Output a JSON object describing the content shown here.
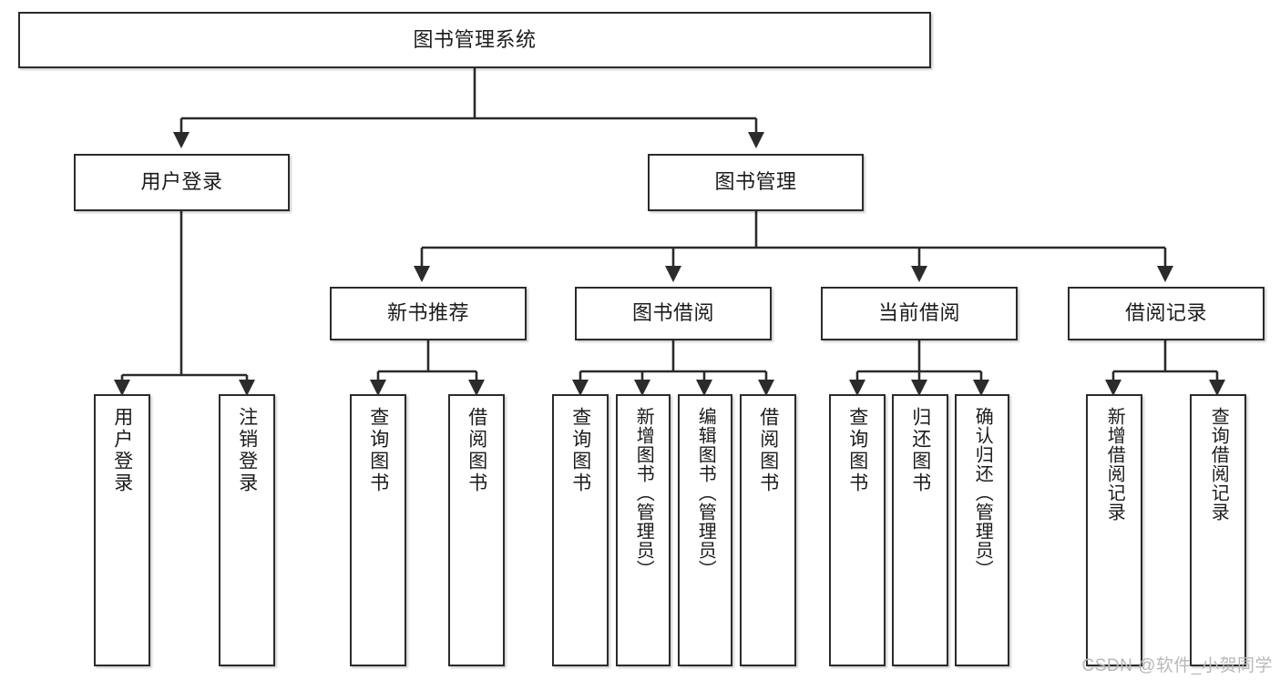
{
  "diagram": {
    "title": "图书管理系统",
    "type": "hierarchy-tree",
    "watermark": "CSDN @软件_小贺同学",
    "colors": {
      "box_border": "#2b2b2b",
      "box_fill": "#ffffff",
      "edge": "#2b2b2b",
      "text": "#1b1b1b",
      "watermark": "#b8b8b8"
    },
    "root": {
      "id": "root",
      "label": "图书管理系统"
    },
    "level2": [
      {
        "id": "user-login",
        "label": "用户登录"
      },
      {
        "id": "book-management",
        "label": "图书管理"
      }
    ],
    "level3": [
      {
        "id": "new-book-recommend",
        "label": "新书推荐"
      },
      {
        "id": "book-borrow",
        "label": "图书借阅"
      },
      {
        "id": "current-borrow",
        "label": "当前借阅"
      },
      {
        "id": "borrow-record",
        "label": "借阅记录"
      }
    ],
    "leaves": {
      "user_login": [
        {
          "id": "leaf-user-login",
          "label": "用户登录"
        },
        {
          "id": "leaf-logout-login",
          "label": "注销登录"
        }
      ],
      "new_book_recommend": [
        {
          "id": "leaf-query-book-1",
          "label": "查询图书"
        },
        {
          "id": "leaf-borrow-book-1",
          "label": "借阅图书"
        }
      ],
      "book_borrow": [
        {
          "id": "leaf-query-book-2",
          "label": "查询图书"
        },
        {
          "id": "leaf-add-book",
          "label": "新增图书（管理员）"
        },
        {
          "id": "leaf-edit-book",
          "label": "编辑图书（管理员）"
        },
        {
          "id": "leaf-borrow-book-2",
          "label": "借阅图书"
        }
      ],
      "current_borrow": [
        {
          "id": "leaf-query-book-3",
          "label": "查询图书"
        },
        {
          "id": "leaf-return-book",
          "label": "归还图书"
        },
        {
          "id": "leaf-confirm-return",
          "label": "确认归还（管理员）"
        }
      ],
      "borrow_record": [
        {
          "id": "leaf-add-record",
          "label": "新增借阅记录"
        },
        {
          "id": "leaf-query-record",
          "label": "查询借阅记录"
        }
      ]
    }
  }
}
